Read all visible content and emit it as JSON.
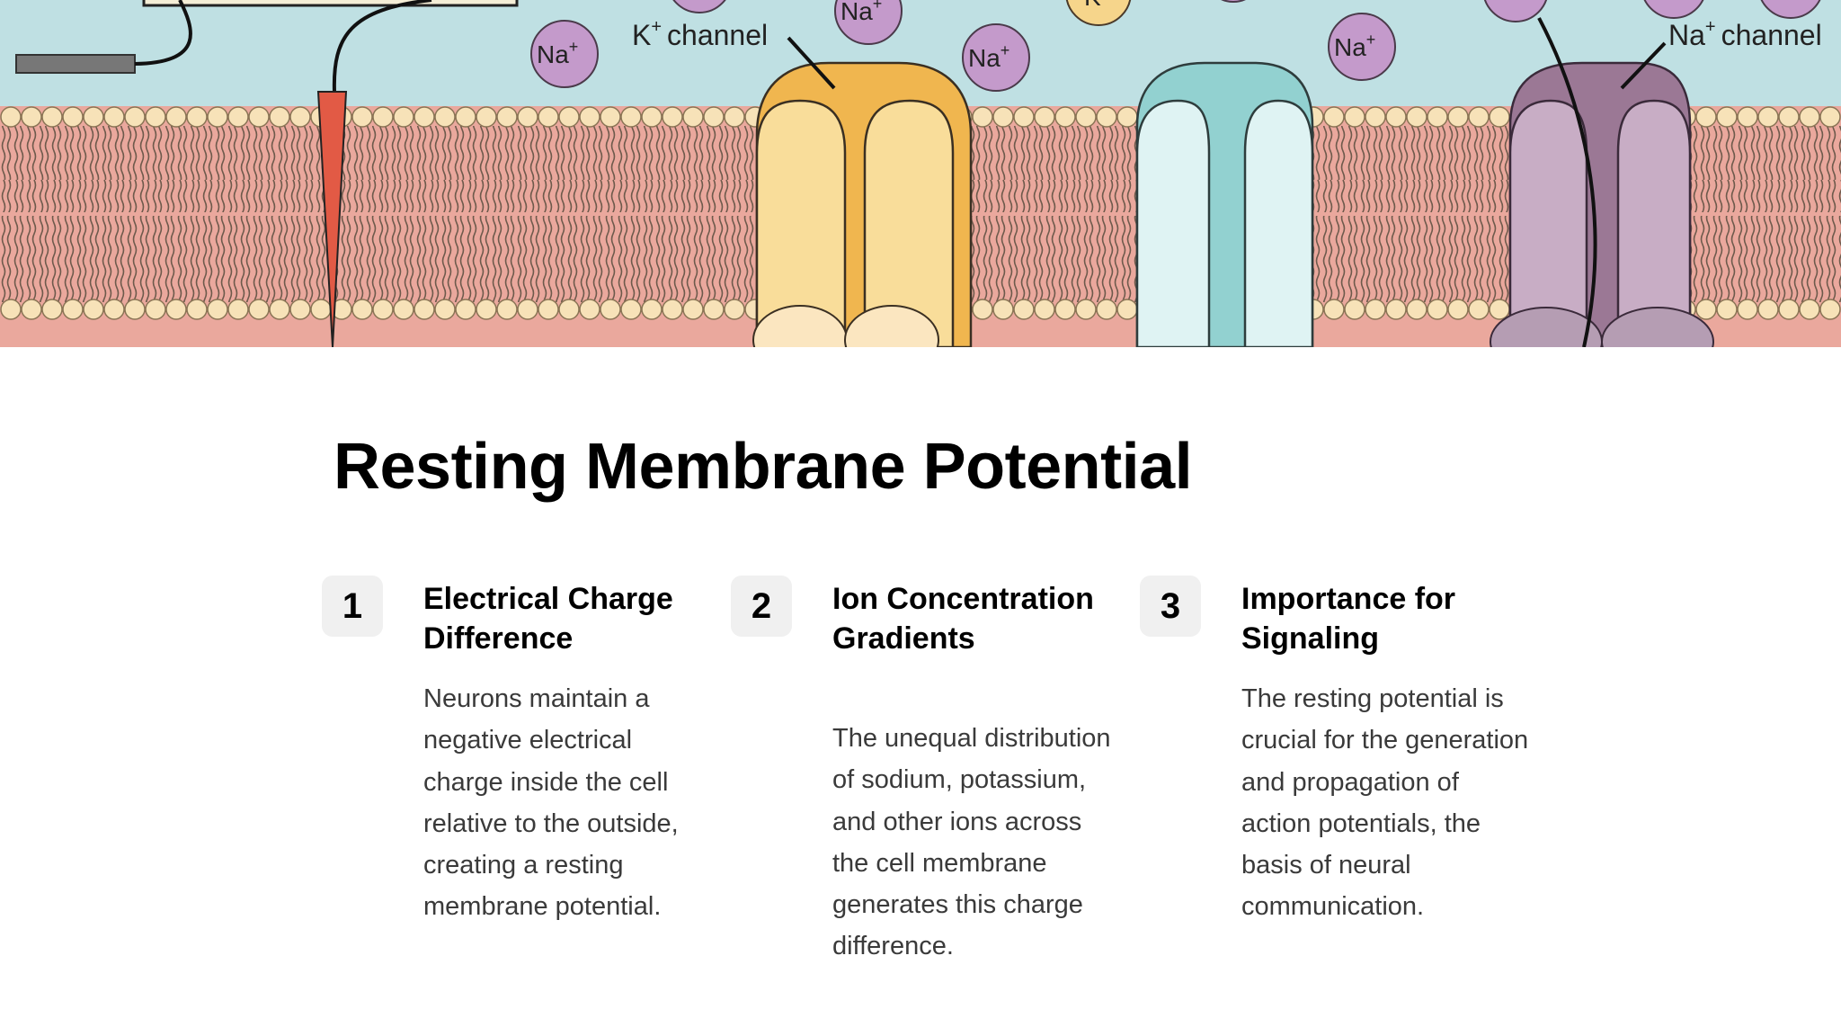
{
  "banner": {
    "ions": {
      "na": "Na",
      "k": "K",
      "sup": "+"
    },
    "labels": {
      "k_channel": "K",
      "k_channel_suffix": "channel",
      "na_channel": "Na",
      "na_channel_suffix": "channel",
      "sup": "+"
    },
    "colors": {
      "extracellular": "#bfe0e3",
      "membrane_core": "#e8a49a",
      "lipid_head": "#f7e2b8",
      "k_channel": "#f5c565",
      "pump": "#c9ebec",
      "na_channel": "#a98aa6",
      "na_ion": "#c49acb",
      "k_ion": "#f6d58b",
      "electrode": "#e25a45"
    }
  },
  "page": {
    "title": "Resting Membrane Potential"
  },
  "steps": [
    {
      "number": "1",
      "title": "Electrical Charge Difference",
      "body": "Neurons maintain a negative electrical charge inside the cell relative to the outside, creating a resting membrane potential."
    },
    {
      "number": "2",
      "title": "Ion Concentration Gradients",
      "body": "The unequal distribution of sodium, potassium, and other ions across the cell membrane generates this charge difference."
    },
    {
      "number": "3",
      "title": "Importance for Signaling",
      "body": "The resting potential is crucial for the generation and propagation of action potentials, the basis of neural communication."
    }
  ]
}
